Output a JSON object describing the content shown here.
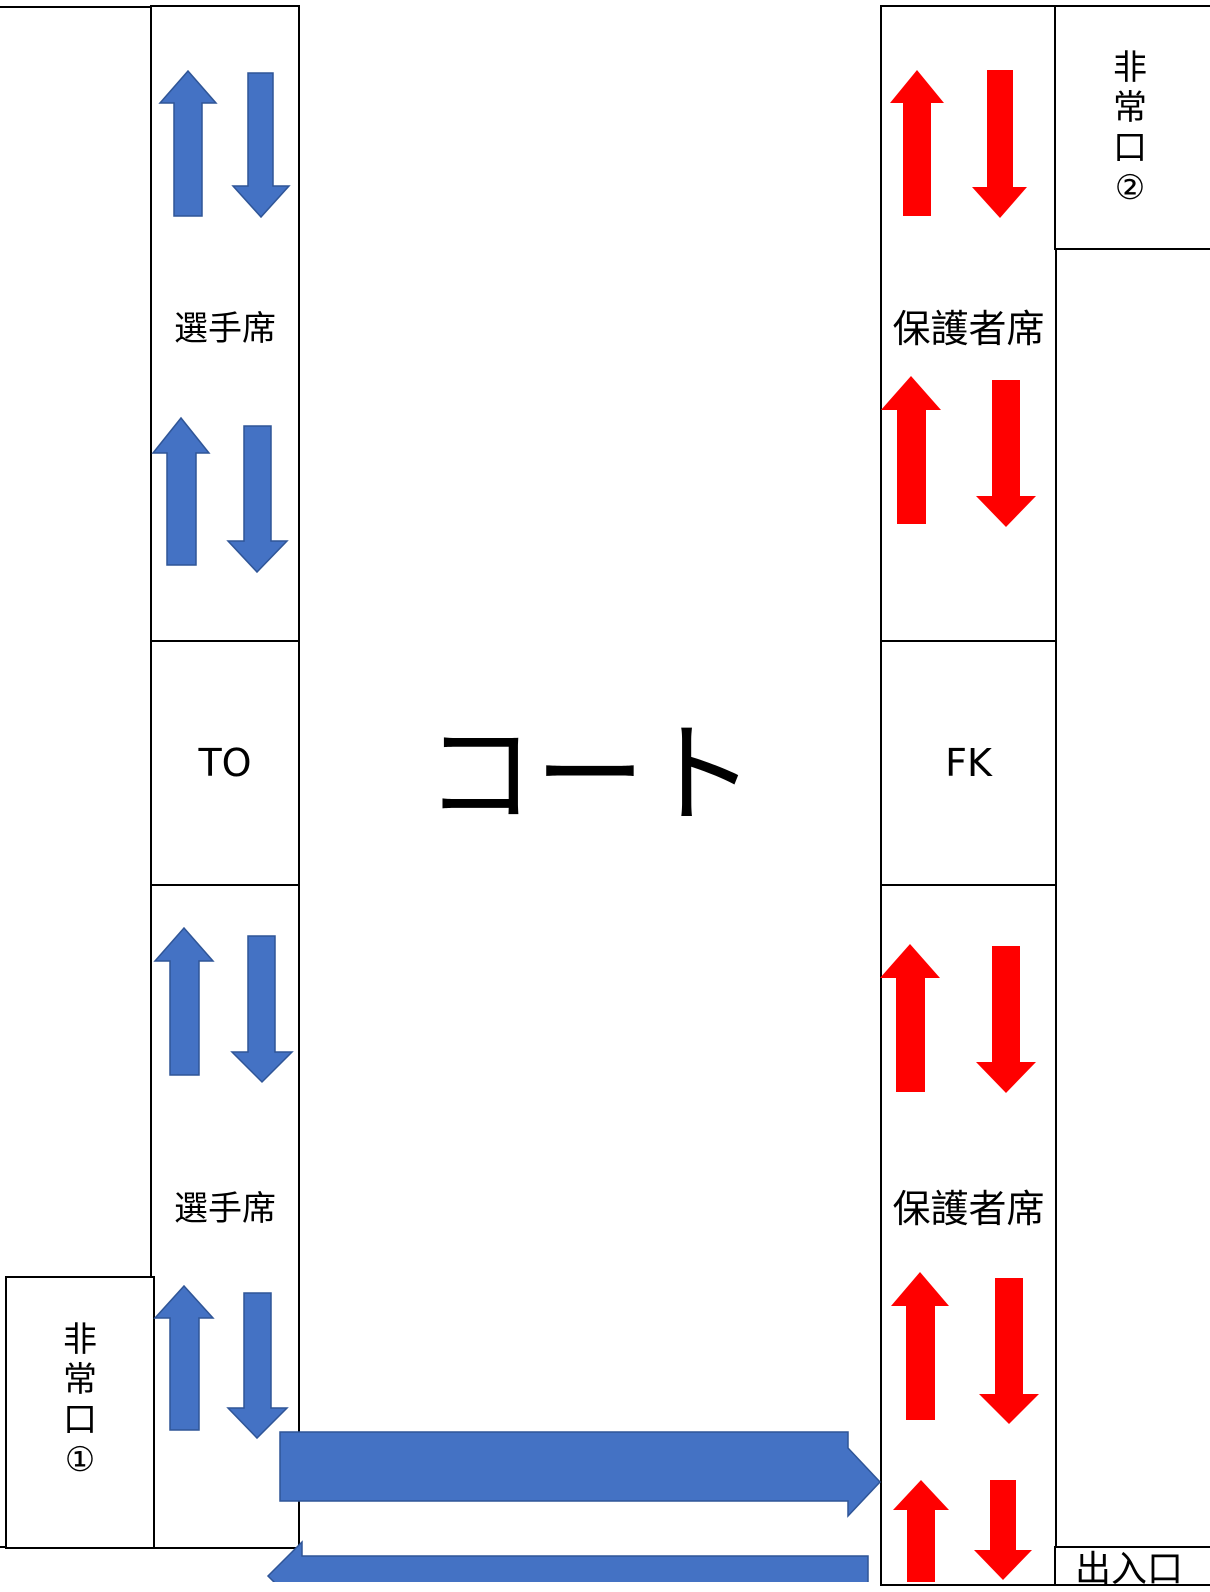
{
  "court": {
    "label": "コート"
  },
  "left_side": {
    "player_seats_top": "選手席",
    "table_officials": "TO",
    "player_seats_bottom": "選手席"
  },
  "right_side": {
    "guardian_seats_top": "保護者席",
    "free_kick_area": "FK",
    "guardian_seats_bottom": "保護者席"
  },
  "emergency_exit_1": {
    "chars": [
      "非",
      "常",
      "口",
      "①"
    ]
  },
  "emergency_exit_2": {
    "chars": [
      "非",
      "常",
      "口",
      "②"
    ]
  },
  "entrance": {
    "label": "出入口"
  },
  "colors": {
    "player_flow": "#4472c4",
    "guardian_flow": "#ff0000",
    "outline": "#000000"
  }
}
